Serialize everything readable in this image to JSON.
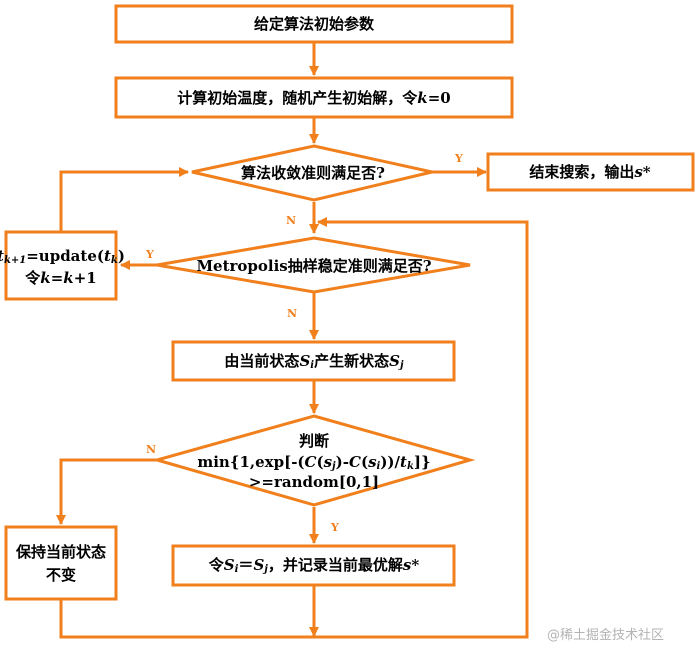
{
  "nodes": {
    "init_params": "给定算法初始参数",
    "init_temp": {
      "pre": "计算初始温度，随机产生初始解，令",
      "k": "k",
      "eq": "=0"
    },
    "converge": "算法收敛准则满足否?",
    "end": {
      "pre": "结束搜索，输出",
      "s": "s",
      "star": "*"
    },
    "metropolis": "Metropolis抽样稳定准则满足否?",
    "update": {
      "t1": "t",
      "sub1": "k+1",
      "mid": "=update(",
      "t2": "t",
      "sub2": "k",
      "close": ")"
    },
    "update2": {
      "pre": "令",
      "k1": "k",
      "eq": "=",
      "k2": "k",
      "post": "+1"
    },
    "new_state": {
      "pre": "由当前状态",
      "S1": "S",
      "sub_i": "i",
      "mid": "产生新状态",
      "S2": "S",
      "sub_j": "j"
    },
    "judge": {
      "title": "判断",
      "l2": {
        "a": "min{1,exp[-(",
        "C1": "C",
        "b": "(",
        "s1": "s",
        "sj": "j",
        "c": ")-",
        "C2": "C",
        "d": "(",
        "s2": "s",
        "si": "i",
        "e": "))/",
        "t": "t",
        "tk": "k",
        "f": "]}"
      },
      "l3": ">=random[0,1]"
    },
    "keep": {
      "l1": "保持当前状态",
      "l2": "不变"
    },
    "set": {
      "pre": "令",
      "S1": "S",
      "sub_i": "i",
      "eq": "＝",
      "S2": "S",
      "sub_j": "j",
      "mid": "，并记录当前最优解",
      "s": "s",
      "star": "*"
    }
  },
  "edge_labels": {
    "converge_yes": "Y",
    "converge_no": "N",
    "metropolis_yes": "Y",
    "metropolis_no": "N",
    "judge_no": "N",
    "judge_yes": "Y"
  },
  "watermark": "@稀土掘金技术社区",
  "colors": {
    "stroke": "#f07f1c",
    "text": "#000000",
    "watermark": "#b3b3b3"
  }
}
